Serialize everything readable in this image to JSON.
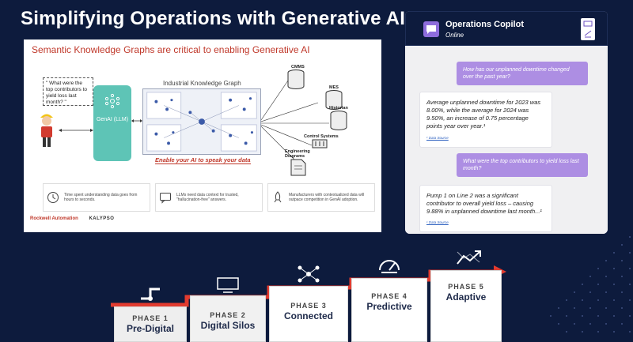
{
  "title": "Simplifying Operations with Generative AI",
  "slide": {
    "title": "Semantic Knowledge Graphs are critical to enabling Generative AI",
    "question": "\" What were the top contributors to yield loss last month? \"",
    "genai_label": "GenAI (LLM)",
    "kg_title": "Industrial Knowledge Graph",
    "kg_tagline": "Enable your AI to speak your data",
    "sources": [
      "CMMS",
      "MES",
      "Historian",
      "Control Systems",
      "Engineering Diagrams"
    ],
    "benefits": [
      {
        "text": "Time spent understanding data goes from hours to seconds.",
        "icon": "clock-icon"
      },
      {
        "text": "LLMs need data context for trusted, \"hallucination-free\" answers.",
        "icon": "chat-icon"
      },
      {
        "text": "Manufacturers with contextualized data will outpace competition in GenAI adoption.",
        "icon": "rocket-icon"
      }
    ],
    "logo_left": "Rockwell Automation",
    "logo_right": "KALYPSO"
  },
  "chat": {
    "name": "Operations Copilot",
    "status": "Online",
    "messages": [
      {
        "role": "user",
        "text": "How has our unplanned downtime changed over the past year?"
      },
      {
        "role": "bot",
        "text": "Average unplanned downtime for 2023 was 8.00%, while the average for 2024 was 9.50%, an increase of 0.75 percentage points year over year.¹",
        "source": "¹ Data Source"
      },
      {
        "role": "user",
        "text": "What were the top contributors to yield loss last month?"
      },
      {
        "role": "bot",
        "text": "Pump 1 on Line 2 was a significant contributor to overall yield loss – causing 9.88% in unplanned downtime last month...¹",
        "source": "¹ Data Source"
      }
    ]
  },
  "phases": [
    {
      "phase": "PHASE 1",
      "name": "Pre-Digital",
      "icon": "pipe-icon"
    },
    {
      "phase": "PHASE 2",
      "name": "Digital Silos",
      "icon": "monitor-icon"
    },
    {
      "phase": "PHASE 3",
      "name": "Connected",
      "icon": "network-icon"
    },
    {
      "phase": "PHASE 4",
      "name": "Predictive",
      "icon": "gauge-icon"
    },
    {
      "phase": "PHASE 5",
      "name": "Adaptive",
      "icon": "trend-icon"
    }
  ],
  "colors": {
    "background": "#0d1b3d",
    "accent_red": "#e23b2f",
    "genai_teal": "#5ec4b6",
    "chat_purple": "#ad8ee3"
  }
}
